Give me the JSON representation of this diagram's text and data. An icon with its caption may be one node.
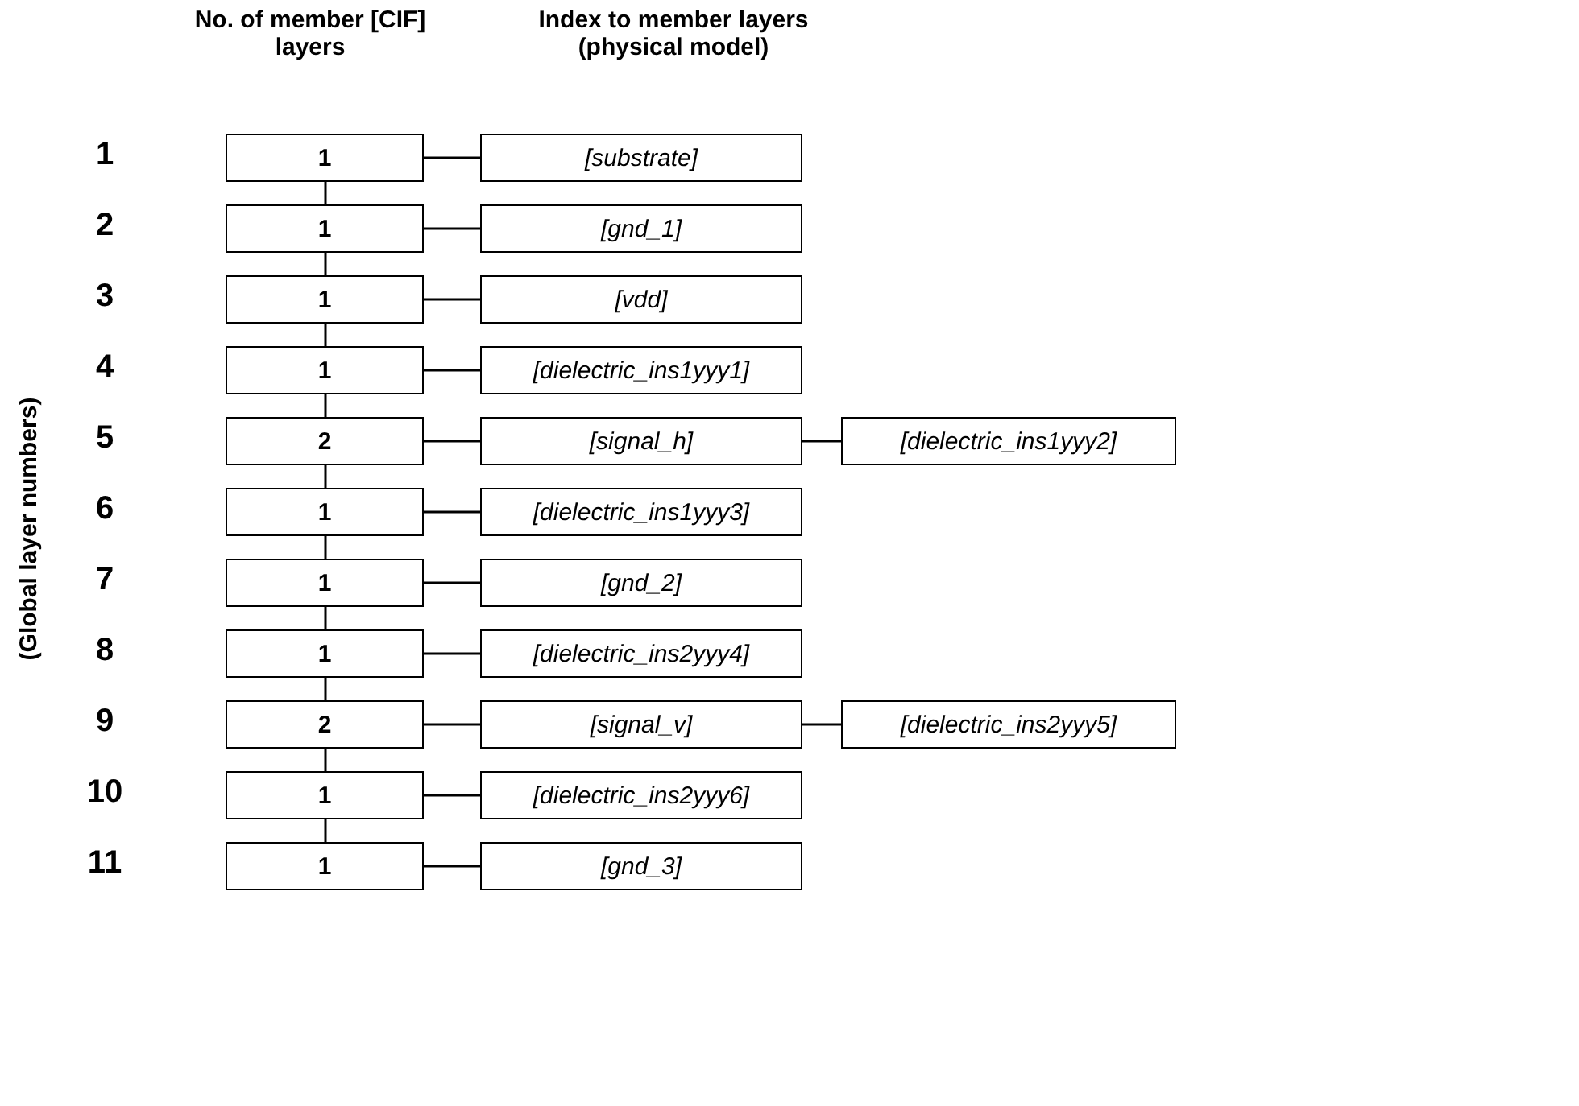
{
  "diagram": {
    "nodes": [
      {
        "text": [
          "1"
        ]
      },
      {
        "text": [
          "[substrate]"
        ]
      },
      {
        "text": [
          "1"
        ]
      },
      {
        "text": [
          "[gnd_1]"
        ]
      },
      {
        "text": [
          "1"
        ]
      },
      {
        "text": [
          "[vdd]"
        ]
      },
      {
        "text": [
          "1"
        ]
      },
      {
        "text": [
          "[dielectric_ins1yyy1]"
        ]
      },
      {
        "text": [
          "2"
        ]
      },
      {
        "text": [
          "[signal_h]"
        ]
      },
      {
        "text": [
          "[dielectric_ins1yyy2]"
        ]
      },
      {
        "text": [
          "1"
        ]
      },
      {
        "text": [
          "[dielectric_ins1yyy3]"
        ]
      },
      {
        "text": [
          "1"
        ]
      },
      {
        "text": [
          "[gnd_2]"
        ]
      },
      {
        "text": [
          "1"
        ]
      },
      {
        "text": [
          "[dielectric_ins2yyy4]"
        ]
      },
      {
        "text": [
          "2"
        ]
      },
      {
        "text": [
          "[signal_v]"
        ]
      },
      {
        "text": [
          "[dielectric_ins2yyy5]"
        ]
      },
      {
        "text": [
          "1"
        ]
      },
      {
        "text": [
          "[dielectric_ins2yyy6]"
        ]
      },
      {
        "text": [
          "1"
        ]
      },
      {
        "text": [
          "[gnd_3]"
        ]
      }
    ],
    "edges": [
      {
        "from": 0,
        "to": 1,
        "arrow": "none"
      },
      {
        "from": 2,
        "to": 3,
        "arrow": "none"
      },
      {
        "from": 4,
        "to": 5,
        "arrow": "none"
      },
      {
        "from": 6,
        "to": 7,
        "arrow": "none"
      },
      {
        "from": 8,
        "to": 9,
        "arrow": "none"
      },
      {
        "from": 9,
        "to": 10,
        "arrow": "none"
      },
      {
        "from": 11,
        "to": 12,
        "arrow": "none"
      },
      {
        "from": 13,
        "to": 14,
        "arrow": "none"
      },
      {
        "from": 15,
        "to": 16,
        "arrow": "none"
      },
      {
        "from": 17,
        "to": 18,
        "arrow": "none"
      },
      {
        "from": 18,
        "to": 19,
        "arrow": "none"
      },
      {
        "from": 20,
        "to": 21,
        "arrow": "none"
      },
      {
        "from": 22,
        "to": 23,
        "arrow": "none"
      },
      {
        "from": 0,
        "to": 2,
        "arrow": "none"
      },
      {
        "from": 2,
        "to": 4,
        "arrow": "none"
      },
      {
        "from": 4,
        "to": 6,
        "arrow": "none"
      },
      {
        "from": 6,
        "to": 8,
        "arrow": "none"
      },
      {
        "from": 8,
        "to": 11,
        "arrow": "none"
      },
      {
        "from": 11,
        "to": 13,
        "arrow": "none"
      },
      {
        "from": 13,
        "to": 15,
        "arrow": "none"
      },
      {
        "from": 15,
        "to": 17,
        "arrow": "none"
      },
      {
        "from": 17,
        "to": 20,
        "arrow": "none"
      },
      {
        "from": 20,
        "to": 22,
        "arrow": "none"
      }
    ],
    "labels": [
      "No. of member [CIF] layers",
      "Index to member layers (physical model)",
      "(Global layer numbers)",
      "1",
      "2",
      "3",
      "4",
      "5",
      "6",
      "7",
      "8",
      "9",
      "10",
      "11"
    ]
  }
}
